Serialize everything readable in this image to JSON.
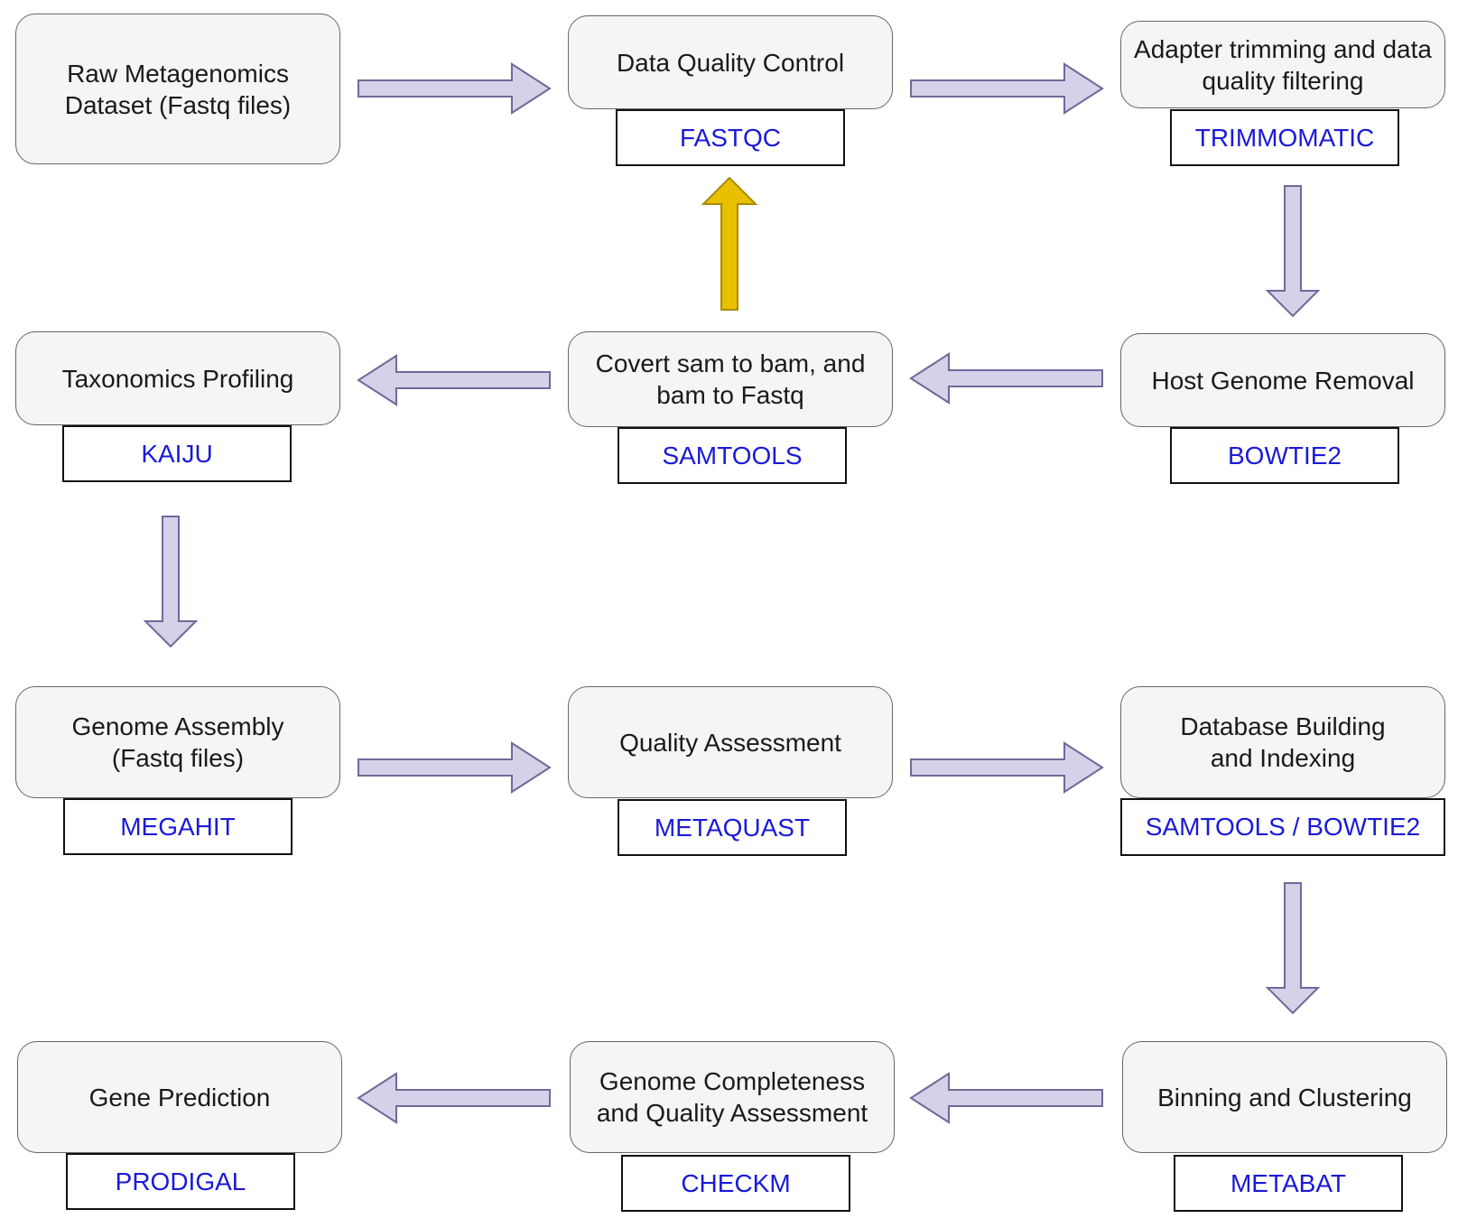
{
  "colors": {
    "arrow_fill": "#d4d1e8",
    "arrow_stroke": "#6e6a9a",
    "feedback_fill": "#e8c000",
    "feedback_stroke": "#a88a00",
    "tool_text": "#1a1ad8"
  },
  "steps": {
    "raw": {
      "label": "Raw Metagenomics\nDataset (Fastq files)"
    },
    "qc": {
      "label": "Data Quality Control",
      "tool": "FASTQC"
    },
    "trim": {
      "label": "Adapter trimming and data\nquality filtering",
      "tool": "TRIMMOMATIC"
    },
    "host": {
      "label": "Host Genome Removal",
      "tool": "BOWTIE2"
    },
    "convert": {
      "label": "Covert sam to bam, and\nbam to Fastq",
      "tool": "SAMTOOLS"
    },
    "taxonomy": {
      "label": "Taxonomics Profiling",
      "tool": "KAIJU"
    },
    "assembly": {
      "label": "Genome Assembly\n(Fastq files)",
      "tool": "MEGAHIT"
    },
    "quality": {
      "label": "Quality Assessment",
      "tool": "METAQUAST"
    },
    "database": {
      "label": "Database Building\nand Indexing",
      "tool": "SAMTOOLS / BOWTIE2"
    },
    "binning": {
      "label": "Binning and Clustering",
      "tool": "METABAT"
    },
    "completeness": {
      "label": "Genome Completeness\nand Quality Assessment",
      "tool": "CHECKM"
    },
    "gene": {
      "label": "Gene Prediction",
      "tool": "PRODIGAL"
    }
  }
}
